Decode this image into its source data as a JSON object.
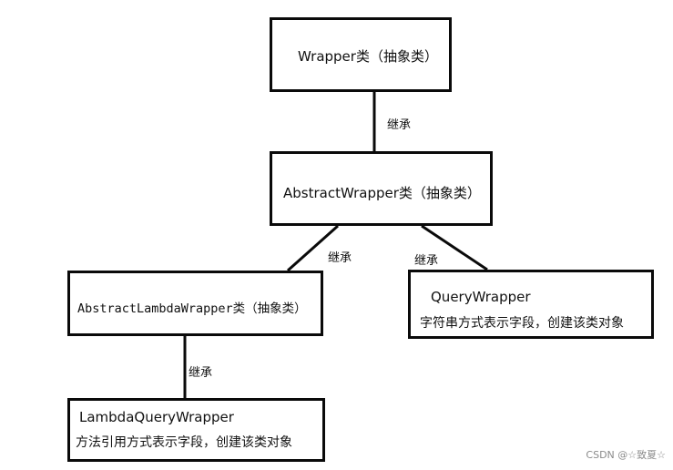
{
  "nodes": {
    "wrapper": {
      "title": "Wrapper类（抽象类）"
    },
    "abstract_wrapper": {
      "title": "AbstractWrapper类（抽象类）"
    },
    "abstract_lambda_wrapper": {
      "title": "AbstractLambdaWrapper类（抽象类）"
    },
    "query_wrapper": {
      "title": "QueryWrapper",
      "desc": "字符串方式表示字段，创建该类对象"
    },
    "lambda_query_wrapper": {
      "title": "LambdaQueryWrapper",
      "desc": "方法引用方式表示字段，创建该类对象"
    }
  },
  "edges": [
    {
      "from": "abstract_wrapper",
      "to": "wrapper",
      "label": "继承"
    },
    {
      "from": "abstract_lambda_wrapper",
      "to": "abstract_wrapper",
      "label": "继承"
    },
    {
      "from": "query_wrapper",
      "to": "abstract_wrapper",
      "label": "继承"
    },
    {
      "from": "lambda_query_wrapper",
      "to": "abstract_lambda_wrapper",
      "label": "继承"
    }
  ],
  "watermark": "CSDN @☆致夏☆",
  "colors": {
    "line": "#0a0a0a",
    "background": "#ffffff",
    "watermark": "#8a8a8a"
  }
}
